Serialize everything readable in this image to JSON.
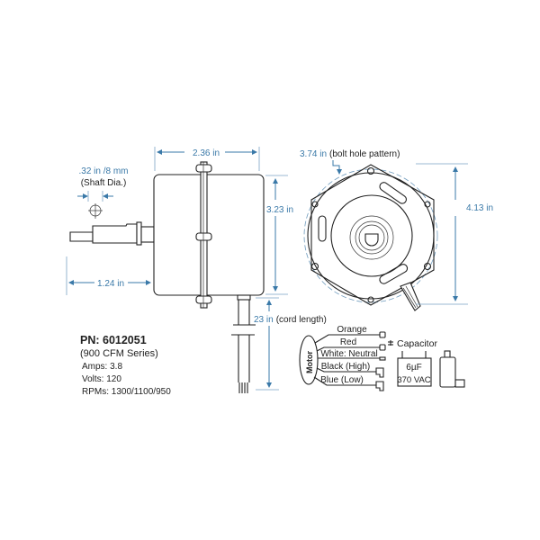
{
  "dimensions": {
    "body_width": "2.36 in",
    "shaft_dia_value": ".32 in /8 mm",
    "shaft_dia_label": "(Shaft Dia.)",
    "shaft_length": "1.24 in",
    "body_height": "3.23 in",
    "cord_length_value": "23 in",
    "cord_length_label": "(cord length)",
    "bolt_pattern_value": "3.74 in",
    "bolt_pattern_label": "(bolt hole pattern)",
    "overall_height": "4.13 in"
  },
  "specs": {
    "part_number": "PN: 6012051",
    "series": "(900 CFM Series)",
    "amps": "Amps: 3.8",
    "volts": "Volts: 120",
    "rpms": "RPMs: 1300/1100/950"
  },
  "wiring": {
    "motor_label": "Motor",
    "wires": [
      "Orange",
      "Red",
      "White: Neutral",
      "Black (High)",
      "Blue (Low)"
    ],
    "capacitor_label": "Capacitor",
    "capacitance": "6µF",
    "voltage_rating": "370 VAC"
  },
  "colors": {
    "dimension": "#3a79a8",
    "line": "#222222"
  }
}
